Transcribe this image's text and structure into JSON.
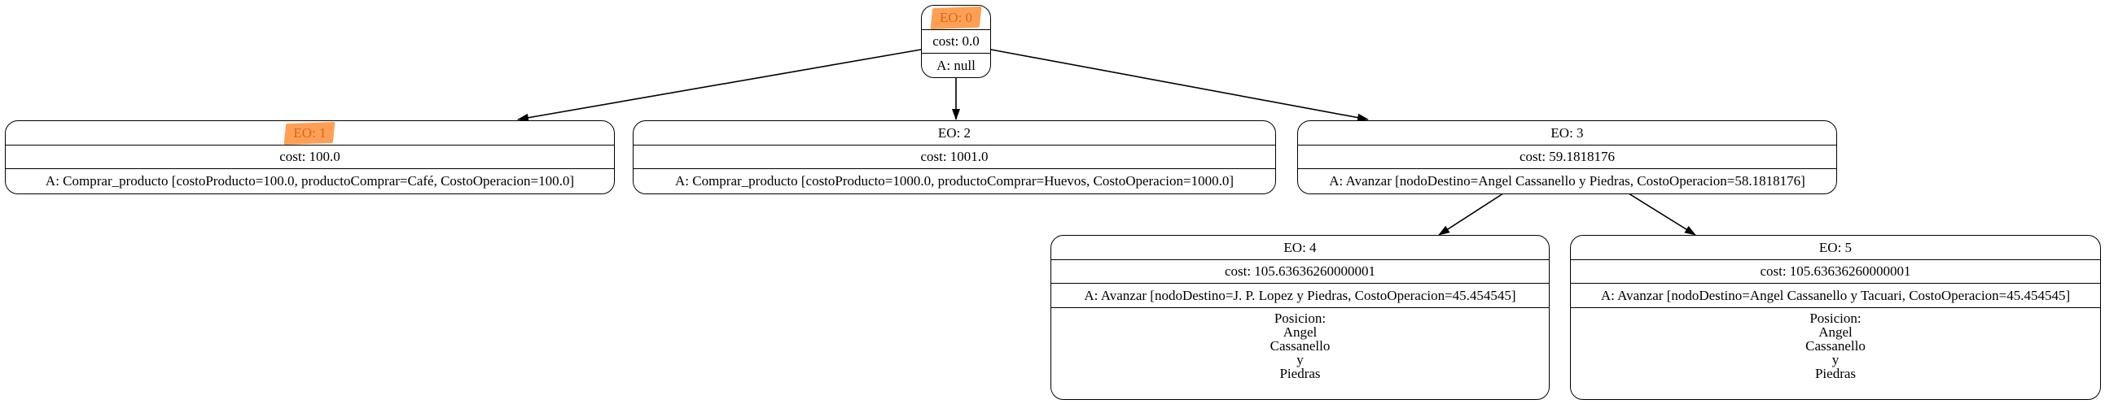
{
  "nodes": {
    "eo0": {
      "title": "EO: 0",
      "cost": "cost: 0.0",
      "action": "A: null"
    },
    "eo1": {
      "title": "EO: 1",
      "cost": "cost: 100.0",
      "action": "A: Comprar_producto [costoProducto=100.0, productoComprar=Café, CostoOperacion=100.0]"
    },
    "eo2": {
      "title": "EO: 2",
      "cost": "cost: 1001.0",
      "action": "A: Comprar_producto [costoProducto=1000.0, productoComprar=Huevos, CostoOperacion=1000.0]"
    },
    "eo3": {
      "title": "EO: 3",
      "cost": "cost: 59.1818176",
      "action": "A: Avanzar [nodoDestino=Angel Cassanello y Piedras, CostoOperacion=58.1818176]"
    },
    "eo4": {
      "title": "EO: 4",
      "cost": "cost: 105.63636260000001",
      "action": "A: Avanzar [nodoDestino=J. P. Lopez y Piedras, CostoOperacion=45.454545]",
      "position": [
        "Posicion:",
        "Angel",
        "Cassanello",
        "y",
        "Piedras"
      ]
    },
    "eo5": {
      "title": "EO: 5",
      "cost": "cost: 105.63636260000001",
      "action": "A: Avanzar [nodoDestino=Angel Cassanello y Tacuari, CostoOperacion=45.454545]",
      "position": [
        "Posicion:",
        "Angel",
        "Cassanello",
        "y",
        "Piedras"
      ]
    }
  },
  "colors": {
    "highlight": "#ff9a4d",
    "highlight_text": "#d2691e",
    "stroke": "#000000"
  }
}
